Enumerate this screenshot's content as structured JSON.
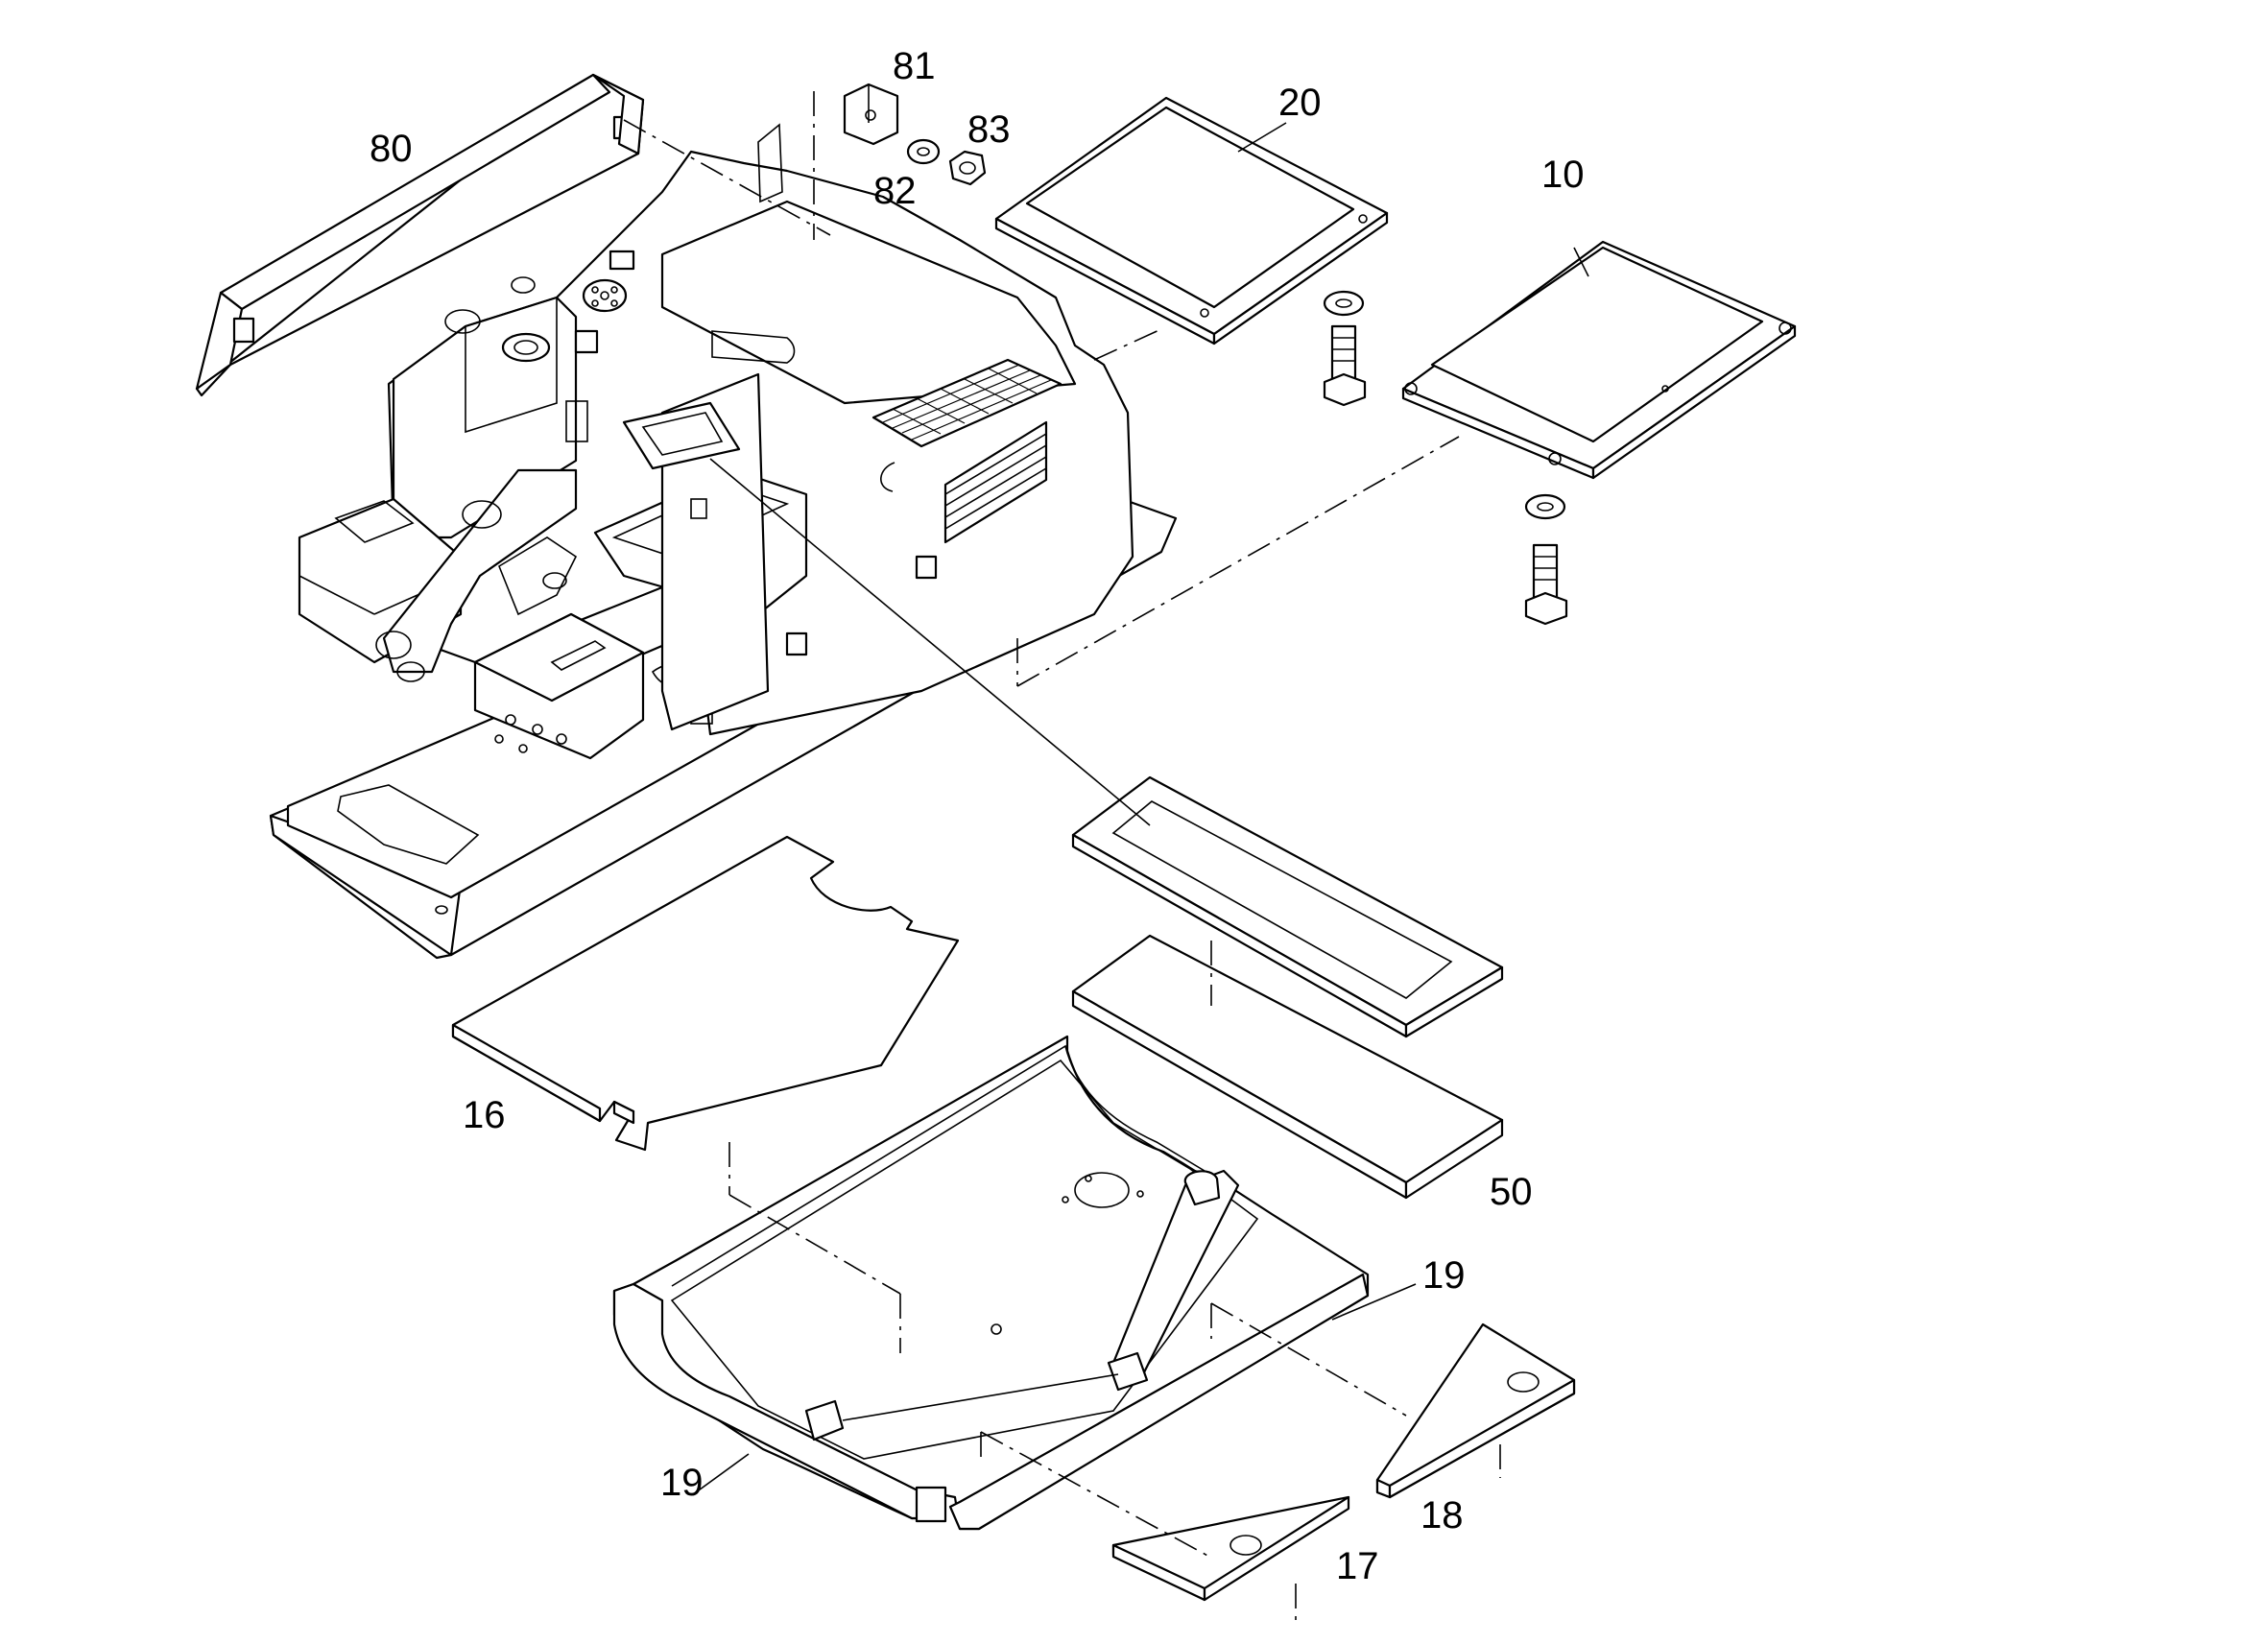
{
  "diagram": {
    "callouts": {
      "p80": "80",
      "p81": "81",
      "p82": "82",
      "p83": "83",
      "p20": "20",
      "p10": "10",
      "p16": "16",
      "p50": "50",
      "p19a": "19",
      "p19b": "19",
      "p18": "18",
      "p17": "17"
    }
  }
}
